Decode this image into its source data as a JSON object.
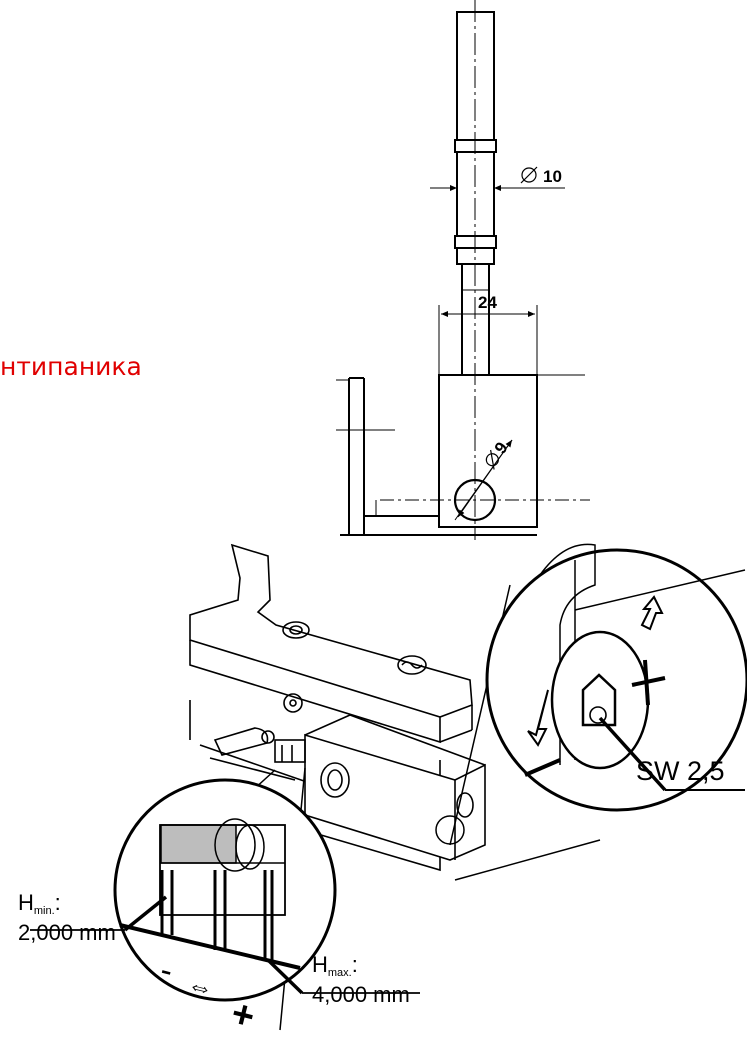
{
  "colors": {
    "label_red": "#e00000",
    "line": "#000000",
    "shade": "#bdbdbd"
  },
  "side_label": "нтипаника",
  "drawing": {
    "diameter_rod": "10",
    "diameter_hole": "9",
    "width_block": "24"
  },
  "detail": {
    "wrench": "SW 2,5",
    "h_min_label": "H",
    "h_min_sub": "min.",
    "h_min_value": "2,000 mm",
    "h_max_label": "H",
    "h_max_sub": "max.",
    "h_max_value": "4,000 mm",
    "minus": "-",
    "plus": "+",
    "arrows": "⇔"
  }
}
